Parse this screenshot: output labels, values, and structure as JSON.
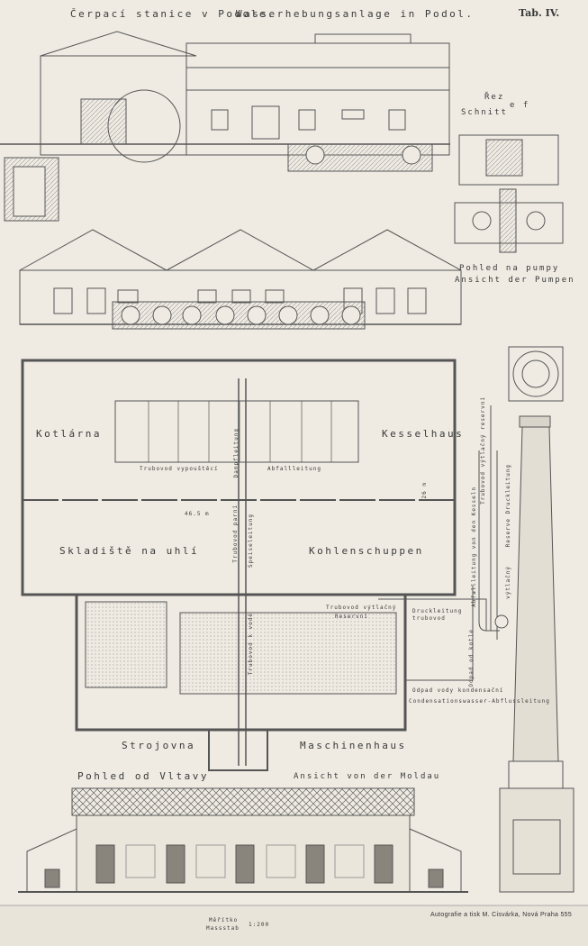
{
  "header": {
    "title_cz": "Čerpací stanice v Podole.",
    "title_de": "Wasserhebungsanlage in Podol.",
    "plate": "Tab. IV."
  },
  "section": {
    "label_cz": "Řez",
    "label_de": "Schnitt",
    "mark": "e f"
  },
  "pump_view": {
    "label_cz": "Pohled na pumpy",
    "label_de": "Ansicht der Pumpen"
  },
  "plan": {
    "boiler_cz": "Kotlárna",
    "boiler_de": "Kesselhaus",
    "drain_cz": "Trubovod vypouštěcí",
    "drain_de": "Abfallleitung",
    "coal_cz": "Skladiště na uhlí",
    "coal_de": "Kohlenschuppen",
    "dimension_length": "46.5 m",
    "dimension_width": "26 m",
    "engine_cz": "Strojovna",
    "engine_de": "Maschinenhaus",
    "steam_cz": "Trubovod parní",
    "steam_de": "Dampfleitung",
    "feed_de": "Speiseleitung",
    "feed_cz": "Trubovod k vodě",
    "reserve_cz": "Trubovod výtlačný",
    "reserve_de": "Reservní",
    "pressure_de": "Druckleitung",
    "pressure_cz": "trubovod",
    "condensate_cz": "Odpad vody kondensační",
    "condensate_de": "Condensationswasser-Abflussleitung",
    "boiler_drain_cz": "Odpad od kotle",
    "boiler_drain_de": "Abfallleitung von den Kesseln",
    "reserve_pipe_cz": "Trubovod výtlačný reservní",
    "reserve_pipe_de": "Reserve Druckleitung",
    "pressure_pipe_cz": "výtlačný"
  },
  "elevation": {
    "label_cz": "Pohled od Vltavy",
    "label_de": "Ansicht von der Moldau"
  },
  "footer": {
    "scale_cz": "Měřítko",
    "scale_de": "Massstab",
    "scale_value": "1:200",
    "printer": "Autografie a tisk M. Cisvárka, Nová Praha 555"
  },
  "colors": {
    "paper": "#efebe2",
    "ink": "#4a4a4a",
    "hatch": "#b9b4aa"
  }
}
